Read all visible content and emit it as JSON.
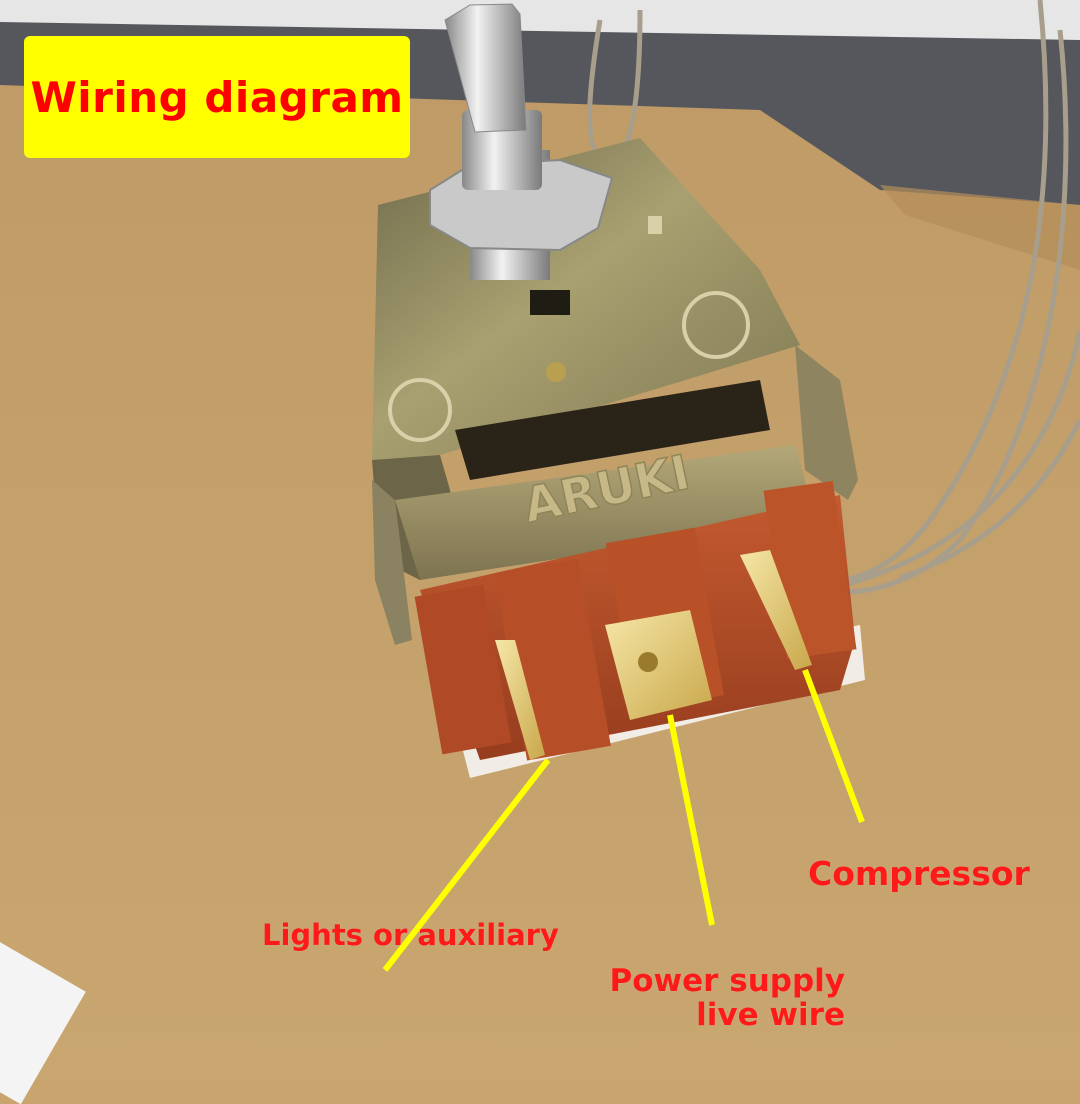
{
  "title": "Wiring diagram",
  "brand_marking": "ARUKI",
  "labels": {
    "lights": "Lights or auxiliary",
    "power": "Power supply live wire",
    "compressor": "Compressor"
  },
  "colors": {
    "title_background": "#ffff00",
    "title_text": "#ff0000",
    "label_text": "#ff1a1a",
    "pointer_lines": "#ffff00",
    "terminal_housing": "#b2502c",
    "metal_bracket": "#9c9260",
    "cardboard": "#c9a46e"
  }
}
